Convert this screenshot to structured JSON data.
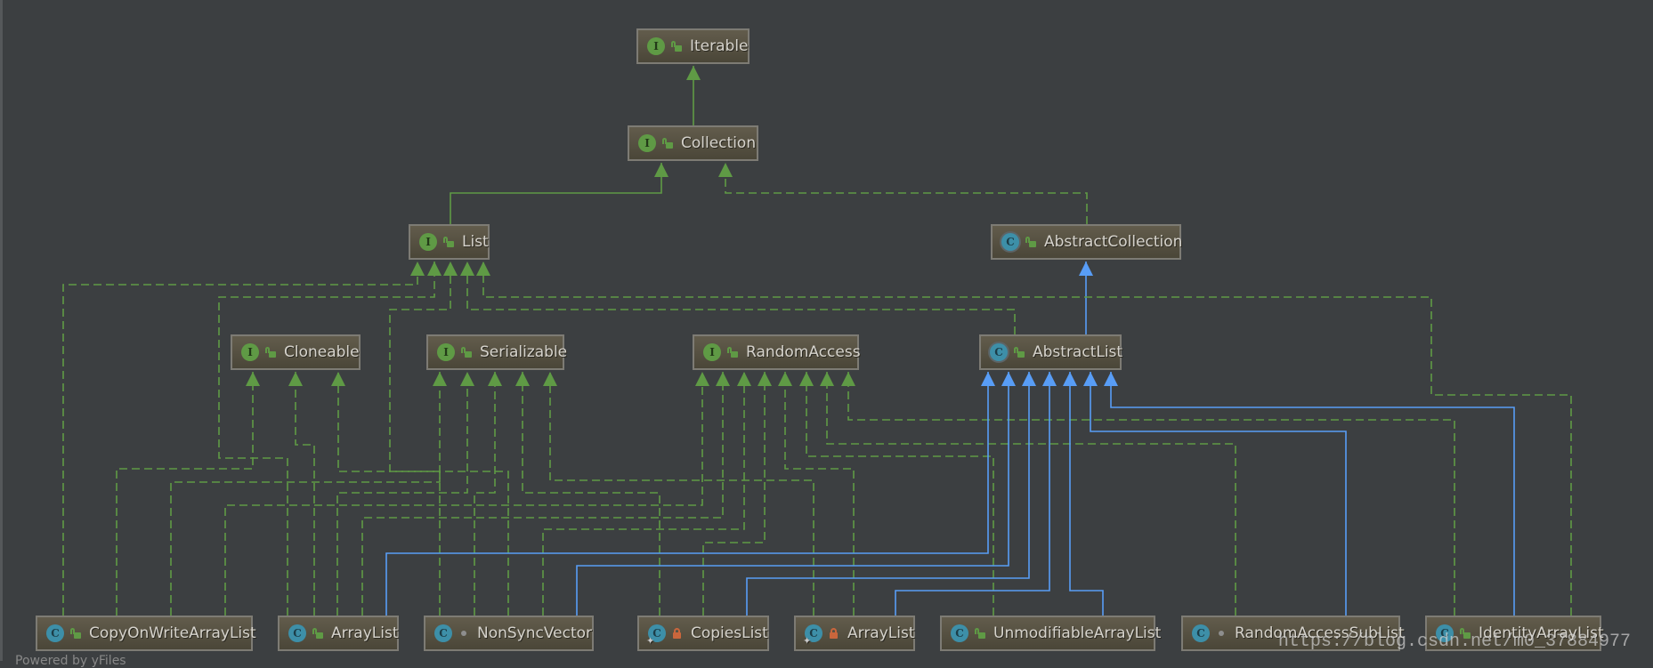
{
  "diagram": {
    "title": "List class hierarchy (IntelliJ UML diagram)",
    "colors": {
      "background": "#3c3f41",
      "interface_edge": "#5f9a45",
      "extends_edge": "#589df6",
      "interface_icon": "#5f9a45",
      "class_icon": "#3d8fa8",
      "private_icon": "#c9663c"
    },
    "nodes": [
      {
        "id": "Iterable",
        "label": "Iterable",
        "kind": "interface",
        "kind_glyph": "I",
        "visibility": "public"
      },
      {
        "id": "Collection",
        "label": "Collection",
        "kind": "interface",
        "kind_glyph": "I",
        "visibility": "public"
      },
      {
        "id": "List",
        "label": "List",
        "kind": "interface",
        "kind_glyph": "I",
        "visibility": "public"
      },
      {
        "id": "AbstractCollection",
        "label": "AbstractCollection",
        "kind": "abstract-class",
        "kind_glyph": "C",
        "visibility": "public"
      },
      {
        "id": "Cloneable",
        "label": "Cloneable",
        "kind": "interface",
        "kind_glyph": "I",
        "visibility": "public"
      },
      {
        "id": "Serializable",
        "label": "Serializable",
        "kind": "interface",
        "kind_glyph": "I",
        "visibility": "public"
      },
      {
        "id": "RandomAccess",
        "label": "RandomAccess",
        "kind": "interface",
        "kind_glyph": "I",
        "visibility": "public"
      },
      {
        "id": "AbstractList",
        "label": "AbstractList",
        "kind": "abstract-class",
        "kind_glyph": "C",
        "visibility": "public"
      },
      {
        "id": "CopyOnWriteArrayList",
        "label": "CopyOnWriteArrayList",
        "kind": "class",
        "kind_glyph": "C",
        "visibility": "public"
      },
      {
        "id": "ArrayList",
        "label": "ArrayList",
        "kind": "class",
        "kind_glyph": "C",
        "visibility": "public"
      },
      {
        "id": "NonSyncVector",
        "label": "NonSyncVector",
        "kind": "class",
        "kind_glyph": "C",
        "visibility": "package"
      },
      {
        "id": "CopiesList",
        "label": "CopiesList",
        "kind": "class",
        "kind_glyph": "C",
        "visibility": "private",
        "static": true
      },
      {
        "id": "ArraysArrayList",
        "label": "ArrayList",
        "kind": "class",
        "kind_glyph": "C",
        "visibility": "private",
        "static": true
      },
      {
        "id": "UnmodifiableArrayList",
        "label": "UnmodifiableArrayList",
        "kind": "class",
        "kind_glyph": "C",
        "visibility": "public"
      },
      {
        "id": "RandomAccessSubList",
        "label": "RandomAccessSubList",
        "kind": "class",
        "kind_glyph": "C",
        "visibility": "package"
      },
      {
        "id": "IdentityArrayList",
        "label": "IdentityArrayList",
        "kind": "class",
        "kind_glyph": "C",
        "visibility": "public"
      }
    ],
    "edges": [
      {
        "from": "Collection",
        "to": "Iterable",
        "type": "extends-interface"
      },
      {
        "from": "List",
        "to": "Collection",
        "type": "extends-interface"
      },
      {
        "from": "AbstractCollection",
        "to": "Collection",
        "type": "implements"
      },
      {
        "from": "AbstractList",
        "to": "AbstractCollection",
        "type": "extends"
      },
      {
        "from": "AbstractList",
        "to": "List",
        "type": "implements"
      },
      {
        "from": "CopyOnWriteArrayList",
        "to": "List",
        "type": "implements"
      },
      {
        "from": "CopyOnWriteArrayList",
        "to": "Cloneable",
        "type": "implements"
      },
      {
        "from": "CopyOnWriteArrayList",
        "to": "Serializable",
        "type": "implements"
      },
      {
        "from": "CopyOnWriteArrayList",
        "to": "RandomAccess",
        "type": "implements"
      },
      {
        "from": "ArrayList",
        "to": "List",
        "type": "implements"
      },
      {
        "from": "ArrayList",
        "to": "Cloneable",
        "type": "implements"
      },
      {
        "from": "ArrayList",
        "to": "Serializable",
        "type": "implements"
      },
      {
        "from": "ArrayList",
        "to": "RandomAccess",
        "type": "implements"
      },
      {
        "from": "ArrayList",
        "to": "AbstractList",
        "type": "extends"
      },
      {
        "from": "NonSyncVector",
        "to": "List",
        "type": "implements"
      },
      {
        "from": "NonSyncVector",
        "to": "Cloneable",
        "type": "implements"
      },
      {
        "from": "NonSyncVector",
        "to": "Serializable",
        "type": "implements"
      },
      {
        "from": "NonSyncVector",
        "to": "RandomAccess",
        "type": "implements"
      },
      {
        "from": "NonSyncVector",
        "to": "AbstractList",
        "type": "extends"
      },
      {
        "from": "CopiesList",
        "to": "Serializable",
        "type": "implements"
      },
      {
        "from": "CopiesList",
        "to": "RandomAccess",
        "type": "implements"
      },
      {
        "from": "CopiesList",
        "to": "AbstractList",
        "type": "extends"
      },
      {
        "from": "ArraysArrayList",
        "to": "Serializable",
        "type": "implements"
      },
      {
        "from": "ArraysArrayList",
        "to": "RandomAccess",
        "type": "implements"
      },
      {
        "from": "ArraysArrayList",
        "to": "AbstractList",
        "type": "extends"
      },
      {
        "from": "UnmodifiableArrayList",
        "to": "RandomAccess",
        "type": "implements"
      },
      {
        "from": "UnmodifiableArrayList",
        "to": "AbstractList",
        "type": "extends"
      },
      {
        "from": "RandomAccessSubList",
        "to": "RandomAccess",
        "type": "implements"
      },
      {
        "from": "RandomAccessSubList",
        "to": "AbstractList",
        "type": "extends"
      },
      {
        "from": "IdentityArrayList",
        "to": "List",
        "type": "implements"
      },
      {
        "from": "IdentityArrayList",
        "to": "RandomAccess",
        "type": "implements"
      },
      {
        "from": "IdentityArrayList",
        "to": "AbstractList",
        "type": "extends"
      }
    ]
  },
  "watermark": "https://blog.csdn.net/m0_37884977",
  "footer_hint": "Powered by yFiles"
}
